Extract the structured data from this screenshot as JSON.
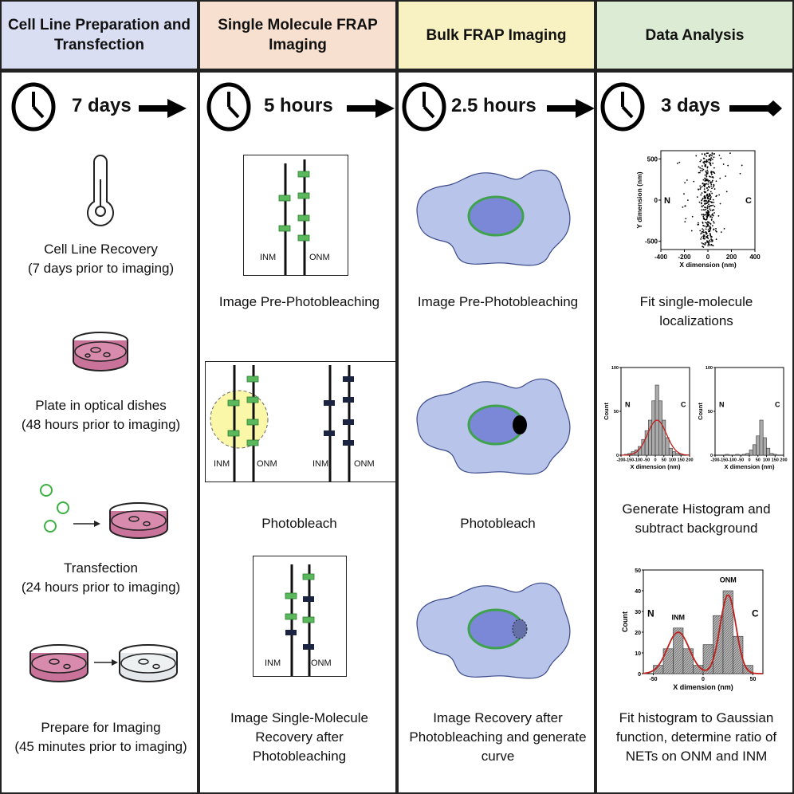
{
  "columns": [
    {
      "header": "Cell Line Preparation and Transfection",
      "duration": "7 days",
      "color": "#d9def2",
      "steps": [
        {
          "caption": "Cell Line Recovery\n(7 days prior to imaging)"
        },
        {
          "caption": "Plate in optical dishes\n(48 hours prior to imaging)"
        },
        {
          "caption": "Transfection\n(24 hours prior to imaging)"
        },
        {
          "caption": "Prepare for Imaging\n(45 minutes prior to imaging)"
        }
      ]
    },
    {
      "header": "Single Molecule FRAP Imaging",
      "duration": "5 hours",
      "color": "#f7e0cf",
      "steps": [
        {
          "caption": "Image Pre-Photobleaching",
          "inm": "INM",
          "onm": "ONM"
        },
        {
          "caption": "Photobleach",
          "inm": "INM",
          "onm": "ONM"
        },
        {
          "caption": "Image Single-Molecule Recovery after Photobleaching",
          "inm": "INM",
          "onm": "ONM"
        }
      ]
    },
    {
      "header": "Bulk FRAP Imaging",
      "duration": "2.5 hours",
      "color": "#f8f1c2",
      "steps": [
        {
          "caption": "Image Pre-Photobleaching"
        },
        {
          "caption": "Photobleach"
        },
        {
          "caption": "Image Recovery after Photobleaching and generate curve"
        }
      ]
    },
    {
      "header": "Data Analysis",
      "duration": "3 days",
      "color": "#dcebd3",
      "steps": [
        {
          "caption": "Fit single-molecule localizations"
        },
        {
          "caption": "Generate Histogram and subtract background"
        },
        {
          "caption": "Fit histogram to Gaussian function, determine ratio of NETs on ONM and INM"
        }
      ]
    }
  ],
  "chart_data": [
    {
      "type": "scatter",
      "xlabel": "X dimension (nm)",
      "ylabel": "Y dimension (nm)",
      "xlim": [
        -400,
        400
      ],
      "ylim": [
        -600,
        600
      ],
      "xticks": [
        "-400",
        "-200",
        "0",
        "200",
        "400"
      ],
      "yticks": [
        "500",
        "0",
        "-500"
      ],
      "annotations": [
        "N",
        "C"
      ]
    },
    {
      "type": "bar",
      "xlabel": "X dimension (nm)",
      "ylabel": "Count",
      "xlim": [
        -200,
        200
      ],
      "ylim": [
        0,
        100
      ],
      "xticks": [
        "-200",
        "-150",
        "-100",
        "-50",
        "0",
        "50",
        "100",
        "150",
        "200"
      ],
      "yticks": [
        "100",
        "50",
        "0"
      ],
      "annotations": [
        "N",
        "C"
      ],
      "x": [
        -190,
        -170,
        -150,
        -130,
        -110,
        -90,
        -70,
        -50,
        -30,
        -10,
        10,
        30,
        50,
        70,
        90,
        110,
        130,
        150,
        170,
        190
      ],
      "values": [
        0,
        1,
        2,
        4,
        6,
        10,
        18,
        28,
        40,
        62,
        80,
        62,
        40,
        20,
        8,
        4,
        2,
        1,
        0,
        0
      ],
      "fit": "gaussian"
    },
    {
      "type": "bar",
      "xlabel": "X dimension (nm)",
      "ylabel": "Count",
      "xlim": [
        -200,
        200
      ],
      "ylim": [
        0,
        100
      ],
      "xticks": [
        "-200",
        "-150",
        "-100",
        "-50",
        "0",
        "50",
        "100",
        "150",
        "200"
      ],
      "yticks": [
        "100",
        "50",
        "0"
      ],
      "annotations": [
        "N",
        "C"
      ],
      "x": [
        -190,
        -170,
        -150,
        -130,
        -110,
        -90,
        -70,
        -50,
        -30,
        -10,
        10,
        30,
        50,
        70,
        90,
        110,
        130,
        150,
        170,
        190
      ],
      "values": [
        0,
        0,
        0,
        1,
        0,
        0,
        1,
        0,
        1,
        2,
        6,
        12,
        22,
        40,
        20,
        8,
        2,
        1,
        0,
        0
      ]
    },
    {
      "type": "bar",
      "xlabel": "X dimension (nm)",
      "ylabel": "Count",
      "xlim": [
        -60,
        60
      ],
      "ylim": [
        0,
        50
      ],
      "xticks": [
        "-50",
        "0",
        "50"
      ],
      "yticks": [
        "50",
        "40",
        "30",
        "20",
        "10",
        "0"
      ],
      "annotations": [
        "N",
        "C",
        "INM",
        "ONM"
      ],
      "x": [
        -45,
        -35,
        -25,
        -15,
        -5,
        5,
        15,
        25,
        35,
        45
      ],
      "values": [
        4,
        12,
        22,
        12,
        4,
        14,
        28,
        40,
        18,
        4
      ],
      "fit": "double gaussian"
    }
  ]
}
